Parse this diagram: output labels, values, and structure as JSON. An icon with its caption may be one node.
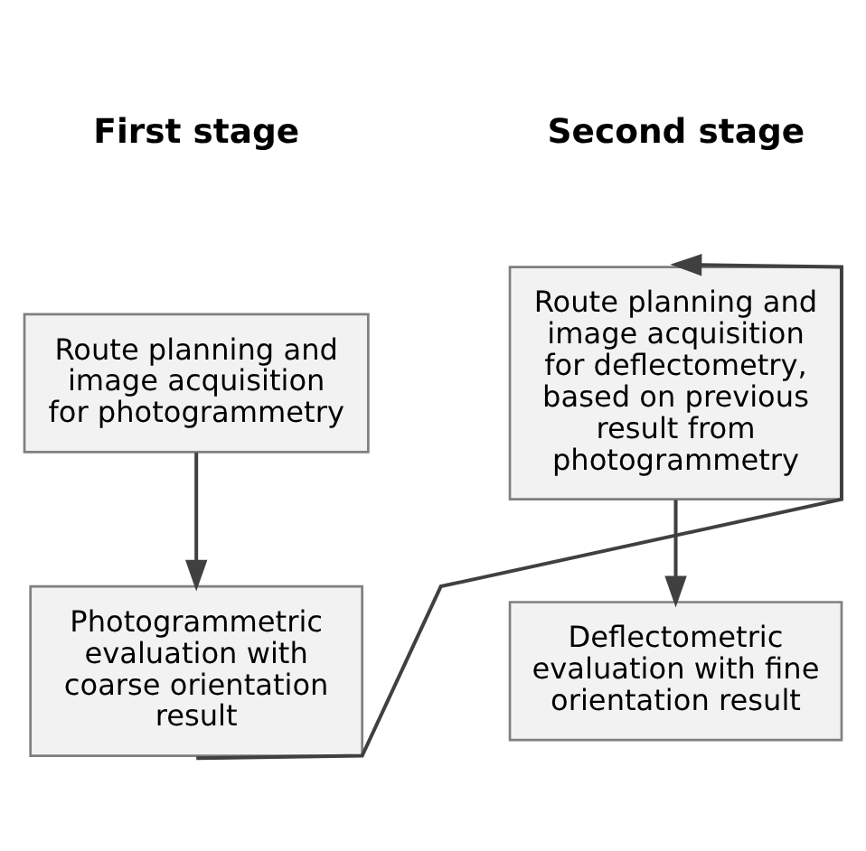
{
  "diagram": {
    "nodes": [
      {
        "text": [
          "Route planning and image acquisition for photogrammetry"
        ]
      },
      {
        "text": [
          "Photogrammetric evaluation with coarse orientation result"
        ]
      },
      {
        "text": [
          "Route planning and image acquisition for deflectometry, based on previous result from photogrammetry"
        ]
      },
      {
        "text": [
          "Deflectometric evaluation with fine orientation result"
        ]
      }
    ],
    "edges": [
      {
        "from": 0,
        "to": 1,
        "arrow": "to"
      },
      {
        "from": 1,
        "to": 2,
        "arrow": "to"
      },
      {
        "from": 2,
        "to": 3,
        "arrow": "to"
      }
    ],
    "labels": [
      "First stage",
      "Second stage"
    ]
  }
}
